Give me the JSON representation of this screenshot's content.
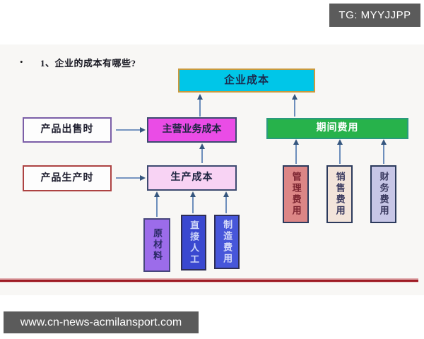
{
  "badge": {
    "label": "TG: MYYJJPP"
  },
  "title": {
    "bullet": "•",
    "text": "1、企业的成本有哪些?"
  },
  "diagram": {
    "nodes": {
      "enterprise_cost": {
        "label": "企业成本",
        "fill": "#00c6e8",
        "border": "#c99a3d",
        "text": "#1b2b4e"
      },
      "product_sold": {
        "label": "产品出售时",
        "fill": "#fdfdfd",
        "border": "#7b5ea7",
        "text": "#1d1d2e"
      },
      "main_business_cost": {
        "label": "主营业务成本",
        "fill": "#ea4ce6",
        "border": "#3d4a70",
        "text": "#1c2440"
      },
      "product_produced": {
        "label": "产品生产时",
        "fill": "#fdfdfd",
        "border": "#ad4242",
        "text": "#1d1d2e"
      },
      "production_cost": {
        "label": "生产成本",
        "fill": "#f8d3f4",
        "border": "#3d4a70",
        "text": "#1c2440"
      },
      "period_expense": {
        "label": "期间费用",
        "fill": "#27b24b",
        "border": "#2a9a7e",
        "text": "#ffffff"
      },
      "raw_material": {
        "label": "原材料",
        "fill": "#9c6cea",
        "border": "#47477c",
        "text": "#2a2a66"
      },
      "direct_labor": {
        "label": "直接人工",
        "fill": "#3a48d0",
        "border": "#2e2e55",
        "text": "#cdd5f8"
      },
      "manufacturing_expense": {
        "label": "制造费用",
        "fill": "#4756da",
        "border": "#2e2e55",
        "text": "#d6dbf9"
      },
      "admin_expense": {
        "label": "管理费用",
        "fill": "#dc8686",
        "border": "#2c3a5c",
        "text": "#7c2531"
      },
      "selling_expense": {
        "label": "销售费用",
        "fill": "#f2e4da",
        "border": "#2c3a5c",
        "text": "#3b3b60"
      },
      "financial_expense": {
        "label": "财务费用",
        "fill": "#c7c6e6",
        "border": "#2c3a5c",
        "text": "#3b3b60"
      }
    },
    "arrow_color": "#4a74ae"
  },
  "footer": {
    "url": "www.cn-news-acmilansport.com"
  }
}
